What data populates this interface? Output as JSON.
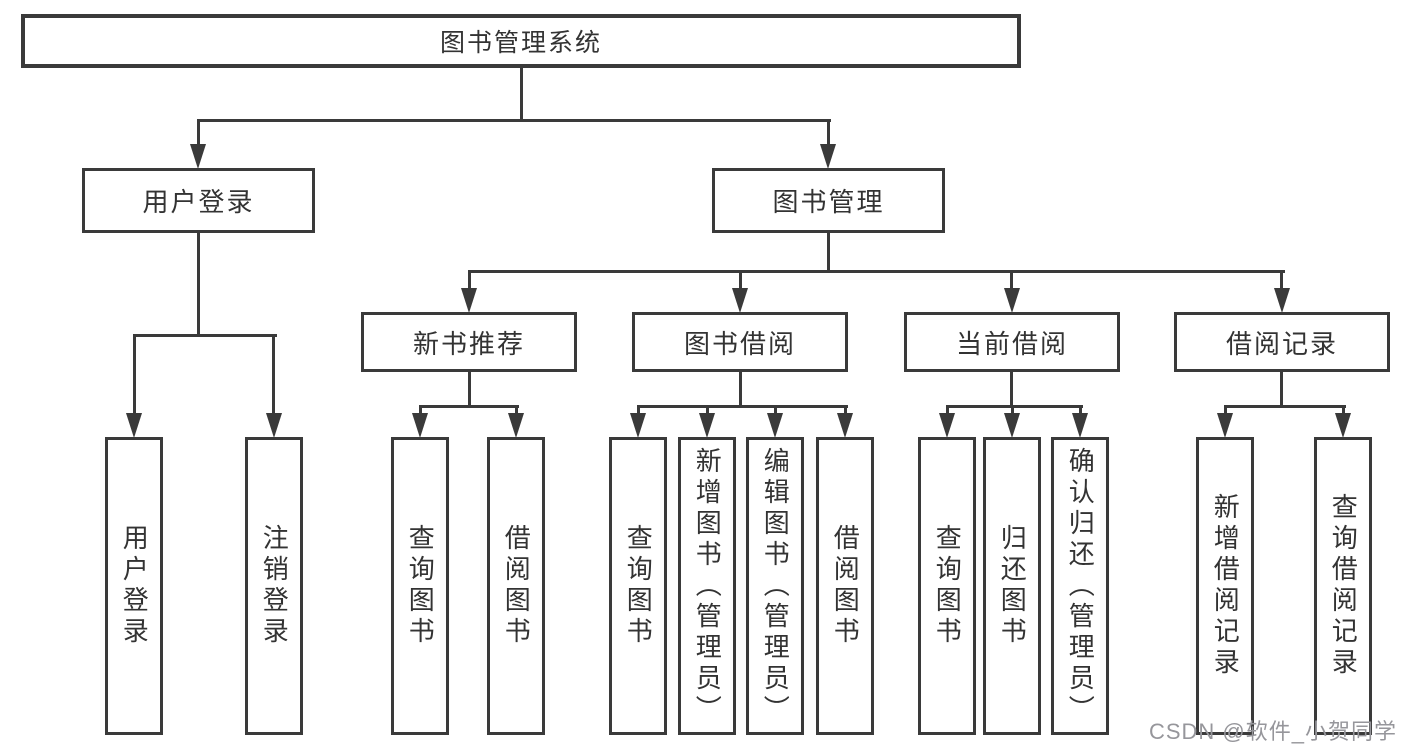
{
  "nodes": {
    "root": "图书管理系统",
    "user_login": "用户登录",
    "book_mgmt": "图书管理",
    "new_book_rec": "新书推荐",
    "book_borrow": "图书借阅",
    "current_borrow": "当前借阅",
    "borrow_record": "借阅记录",
    "leaf_user_login": "用户登录",
    "leaf_logout": "注销登录",
    "leaf_rec_query": "查询图书",
    "leaf_rec_borrow": "借阅图书",
    "leaf_bb_query": "查询图书",
    "leaf_bb_add": "新增图书（管理员）",
    "leaf_bb_edit": "编辑图书（管理员）",
    "leaf_bb_borrow": "借阅图书",
    "leaf_cb_query": "查询图书",
    "leaf_cb_return": "归还图书",
    "leaf_cb_confirm": "确认归还（管理员）",
    "leaf_br_add": "新增借阅记录",
    "leaf_br_query": "查询借阅记录"
  },
  "watermark": "CSDN @软件_小贺同学",
  "colors": {
    "line": "#3a3a3a",
    "text": "#333333",
    "watermark": "#96969b",
    "background": "#ffffff"
  }
}
